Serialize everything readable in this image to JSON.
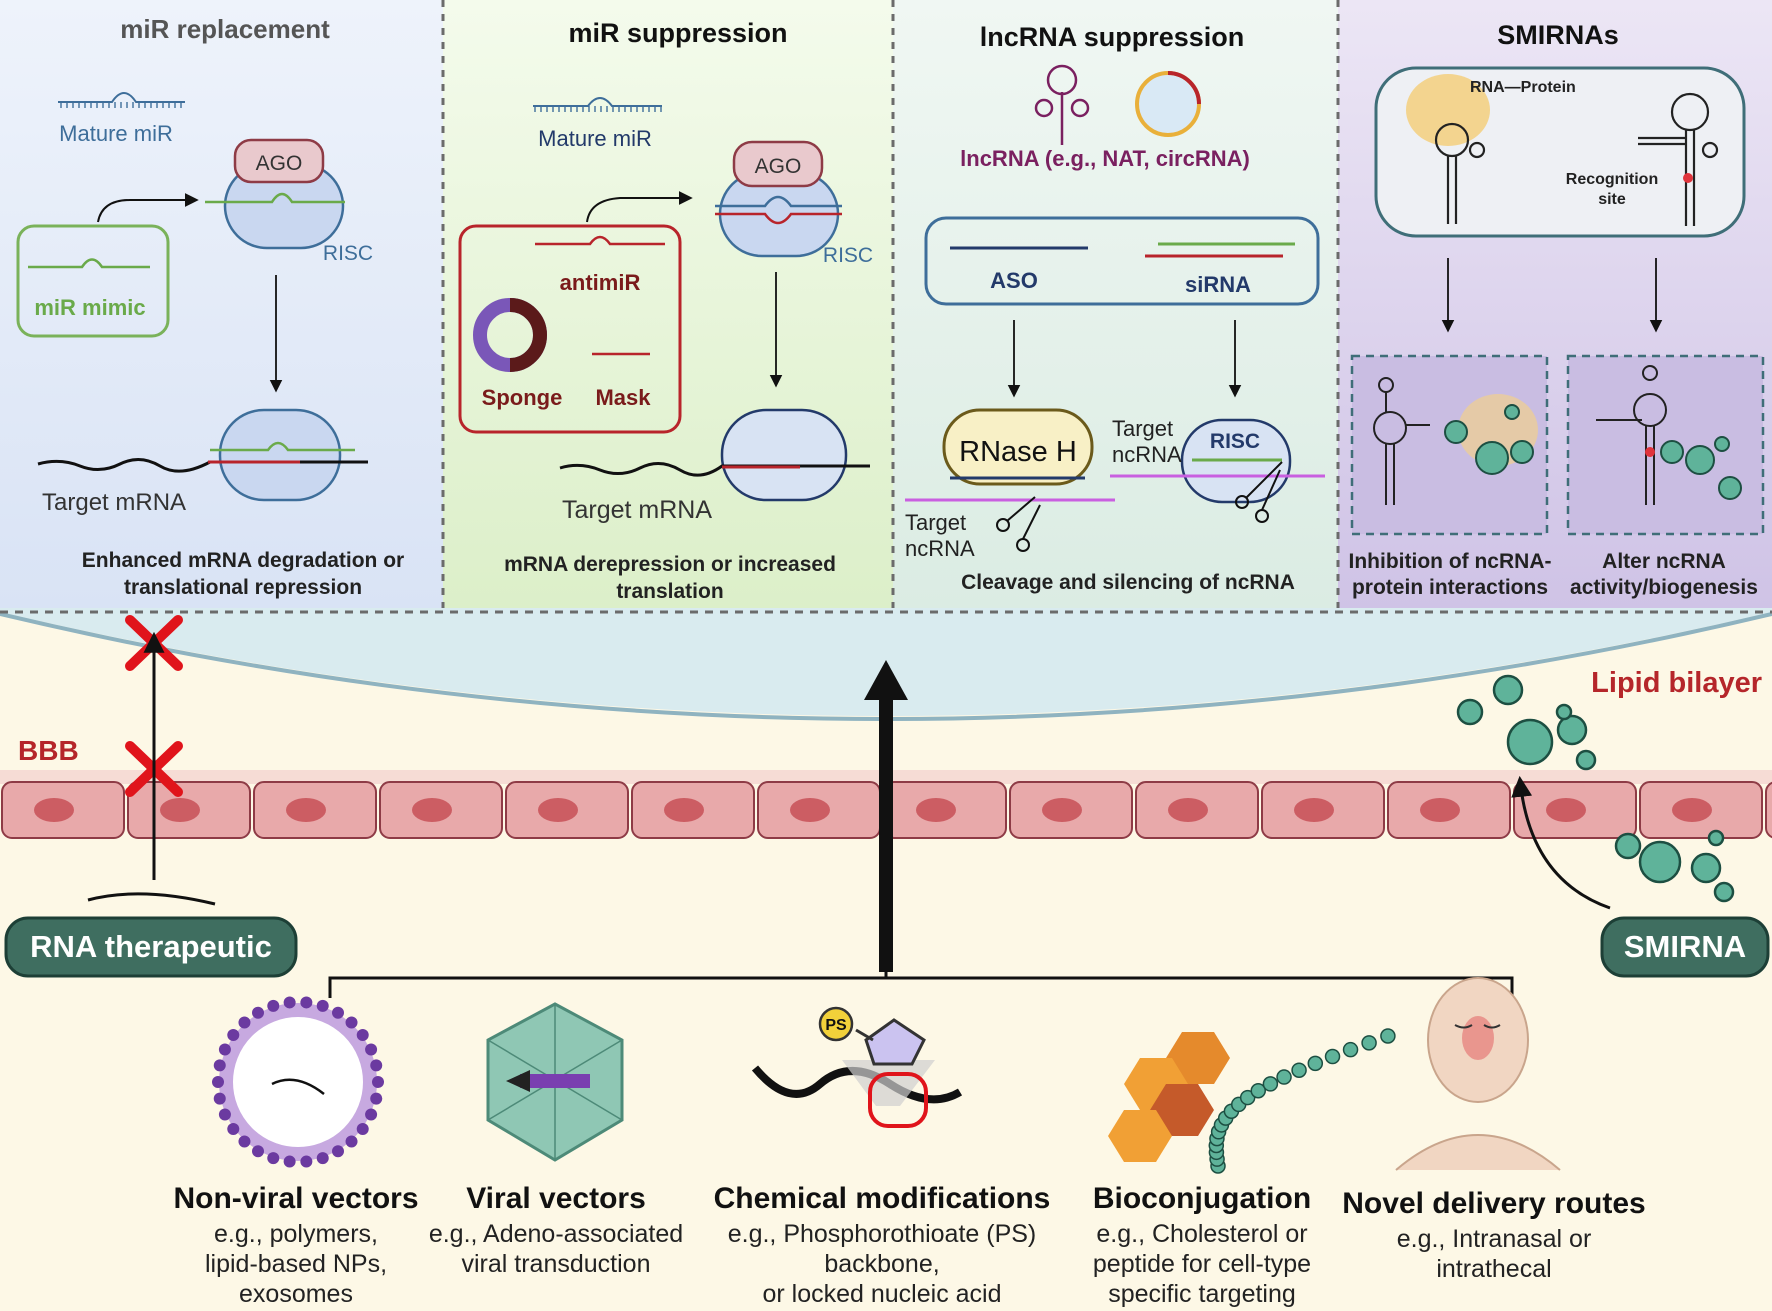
{
  "panels": {
    "mir_replacement": {
      "title": "miR replacement",
      "mature": "Mature miR",
      "ago": "AGO",
      "risc": "RISC",
      "mimic": "miR mimic",
      "target": "Target mRNA",
      "outcome_line1": "Enhanced mRNA degradation or",
      "outcome_line2": "translational repression"
    },
    "mir_suppression": {
      "title": "miR suppression",
      "mature": "Mature miR",
      "ago": "AGO",
      "risc": "RISC",
      "antimir": "antimiR",
      "sponge": "Sponge",
      "mask": "Mask",
      "target": "Target mRNA",
      "outcome_line1": "mRNA derepression or increased",
      "outcome_line2": "translation"
    },
    "lncrna_suppression": {
      "title": "lncRNA suppression",
      "subtitle": "lncRNA (e.g., NAT, circRNA)",
      "aso": "ASO",
      "sirna": "siRNA",
      "rnase": "RNase H",
      "risc": "RISC",
      "target_left_1": "Target",
      "target_left_2": "ncRNA",
      "target_right_1": "Target",
      "target_right_2": "ncRNA",
      "outcome": "Cleavage and silencing of ncRNA"
    },
    "smirnas": {
      "title": "SMIRNAs",
      "rna_protein": "RNA—Protein",
      "recognition_1": "Recognition",
      "recognition_2": "site",
      "outcome_left_1": "Inhibition of ncRNA-",
      "outcome_left_2": "protein interactions",
      "outcome_right_1": "Alter ncRNA",
      "outcome_right_2": "activity/biogenesis"
    }
  },
  "membrane": {
    "lipid": "Lipid bilayer",
    "bbb": "BBB"
  },
  "badges": {
    "rna_therapeutic": "RNA therapeutic",
    "smirna": "SMIRNA"
  },
  "strategies": [
    {
      "title": "Non-viral vectors",
      "lines": [
        "e.g., polymers,",
        "lipid-based NPs,",
        "exosomes"
      ]
    },
    {
      "title": "Viral vectors",
      "lines": [
        "e.g., Adeno-associated",
        "viral transduction"
      ]
    },
    {
      "title": "Chemical modifications",
      "lines": [
        "e.g., Phosphorothioate (PS)",
        "backbone,",
        "or locked nucleic acid"
      ]
    },
    {
      "title": "Bioconjugation",
      "lines": [
        "e.g., Cholesterol or",
        "peptide for cell-type",
        "specific targeting"
      ]
    },
    {
      "title": "Novel delivery routes",
      "lines": [
        "e.g., Intranasal or",
        "intrathecal"
      ]
    }
  ],
  "ps_label": "PS",
  "colors": {
    "blue_strand": "#3e6e9a",
    "green_strand": "#6aaa4a",
    "red_strand": "#b8242b",
    "magenta_strand": "#c95fe0",
    "dark_red_text": "#7a1b1b",
    "purple_text": "#7a2060",
    "navy_text": "#233a6a",
    "teal_badge": "#3f6e60",
    "lipid_red": "#b5262a"
  }
}
